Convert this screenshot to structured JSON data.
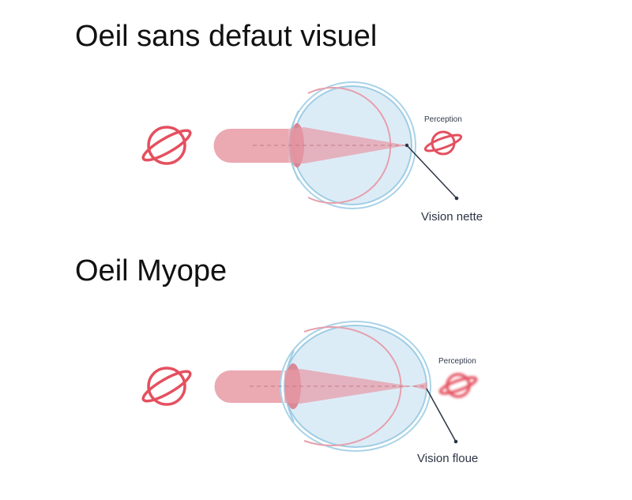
{
  "diagrams": [
    {
      "title": "Oeil sans defaut visuel",
      "perception_label": "Perception",
      "callout_label": "Vision nette"
    },
    {
      "title": "Oeil Myope",
      "perception_label": "Perception",
      "callout_label": "Vision floue"
    }
  ],
  "colors": {
    "beam": "#e79aa5",
    "beam_dark": "#d9707f",
    "planet": "#e4505f",
    "eye_fill": "#dcecf7",
    "eye_outline": "#9fcde4",
    "retina": "#e6a0ad",
    "pointer": "#2c3444"
  }
}
